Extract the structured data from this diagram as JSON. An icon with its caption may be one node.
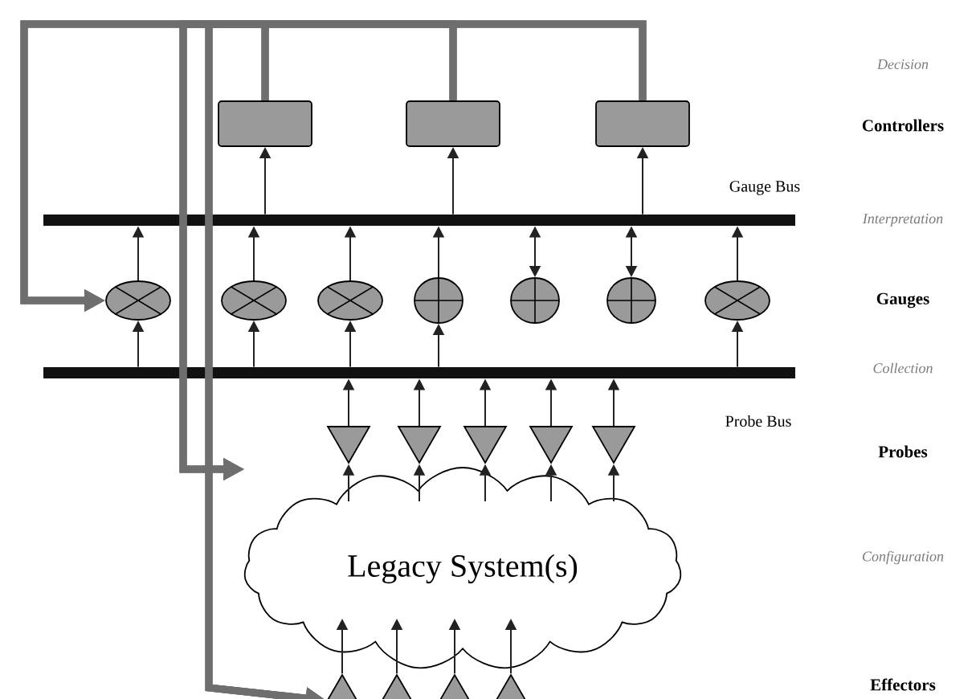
{
  "diagram": {
    "nodes": [
      {
        "text": [],
        "shape": "box"
      },
      {
        "text": [],
        "shape": "box"
      },
      {
        "text": [],
        "shape": "box"
      },
      {
        "text": [],
        "shape": "bar"
      },
      {
        "text": [],
        "shape": "circle"
      },
      {
        "text": [],
        "shape": "circle"
      },
      {
        "text": [],
        "shape": "circle"
      },
      {
        "text": [],
        "shape": "circle"
      },
      {
        "text": [],
        "shape": "circle"
      },
      {
        "text": [],
        "shape": "circle"
      },
      {
        "text": [],
        "shape": "circle"
      },
      {
        "text": [],
        "shape": "bar"
      },
      {
        "text": [],
        "shape": "triangle"
      },
      {
        "text": [],
        "shape": "triangle"
      },
      {
        "text": [],
        "shape": "triangle"
      },
      {
        "text": [],
        "shape": "triangle"
      },
      {
        "text": [],
        "shape": "triangle"
      },
      {
        "text": [
          "Legacy System(s)"
        ]
      },
      {
        "text": [],
        "shape": "triangle"
      },
      {
        "text": [],
        "shape": "triangle"
      },
      {
        "text": [],
        "shape": "triangle"
      },
      {
        "text": [],
        "shape": "triangle"
      }
    ],
    "edges": [
      {
        "from": 3,
        "to": 0,
        "arrow": "to"
      },
      {
        "from": 3,
        "to": 1,
        "arrow": "to"
      },
      {
        "from": 3,
        "to": 2,
        "arrow": "to"
      },
      {
        "from": 4,
        "to": 3,
        "arrow": "to"
      },
      {
        "from": 5,
        "to": 3,
        "arrow": "to"
      },
      {
        "from": 6,
        "to": 3,
        "arrow": "to"
      },
      {
        "from": 7,
        "to": 3,
        "arrow": "to"
      },
      {
        "from": 8,
        "to": 3,
        "arrow": "both"
      },
      {
        "from": 9,
        "to": 3,
        "arrow": "both"
      },
      {
        "from": 10,
        "to": 3,
        "arrow": "to"
      },
      {
        "from": 11,
        "to": 4,
        "arrow": "to"
      },
      {
        "from": 11,
        "to": 5,
        "arrow": "to"
      },
      {
        "from": 11,
        "to": 6,
        "arrow": "to"
      },
      {
        "from": 11,
        "to": 7,
        "arrow": "to"
      },
      {
        "from": 11,
        "to": 10,
        "arrow": "to"
      },
      {
        "from": 12,
        "to": 11,
        "arrow": "to"
      },
      {
        "from": 13,
        "to": 11,
        "arrow": "to"
      },
      {
        "from": 14,
        "to": 11,
        "arrow": "to"
      },
      {
        "from": 15,
        "to": 11,
        "arrow": "to"
      },
      {
        "from": 16,
        "to": 11,
        "arrow": "to"
      },
      {
        "from": 17,
        "to": 12,
        "arrow": "to"
      },
      {
        "from": 17,
        "to": 13,
        "arrow": "to"
      },
      {
        "from": 17,
        "to": 14,
        "arrow": "to"
      },
      {
        "from": 17,
        "to": 15,
        "arrow": "to"
      },
      {
        "from": 17,
        "to": 16,
        "arrow": "to"
      },
      {
        "from": 18,
        "to": 17,
        "arrow": "to"
      },
      {
        "from": 19,
        "to": 17,
        "arrow": "to"
      },
      {
        "from": 20,
        "to": 17,
        "arrow": "to"
      },
      {
        "from": 21,
        "to": 17,
        "arrow": "to"
      },
      {
        "from": 0,
        "to": 4,
        "arrow": "to",
        "style": "thick",
        "color": "#6e6e6e"
      },
      {
        "from": 1,
        "to": 4,
        "arrow": "to",
        "style": "thick",
        "color": "#6e6e6e"
      },
      {
        "from": 2,
        "to": 4,
        "arrow": "to",
        "style": "thick",
        "color": "#6e6e6e"
      },
      {
        "from": 0,
        "to": 17,
        "arrow": "to",
        "style": "thick",
        "color": "#6e6e6e"
      },
      {
        "from": 1,
        "to": 17,
        "arrow": "to",
        "style": "thick",
        "color": "#6e6e6e"
      },
      {
        "from": 2,
        "to": 17,
        "arrow": "to",
        "style": "thick",
        "color": "#6e6e6e"
      },
      {
        "from": 0,
        "to": 18,
        "arrow": "to",
        "style": "thick",
        "color": "#6e6e6e"
      },
      {
        "from": 1,
        "to": 18,
        "arrow": "to",
        "style": "thick",
        "color": "#6e6e6e"
      },
      {
        "from": 2,
        "to": 18,
        "arrow": "to",
        "style": "thick",
        "color": "#6e6e6e"
      }
    ],
    "labels": [
      "Decision",
      "Controllers",
      "Gauge Bus",
      "Interpretation",
      "Gauges",
      "Collection",
      "Probe Bus",
      "Probes",
      "Configuration",
      "Effectors"
    ]
  }
}
